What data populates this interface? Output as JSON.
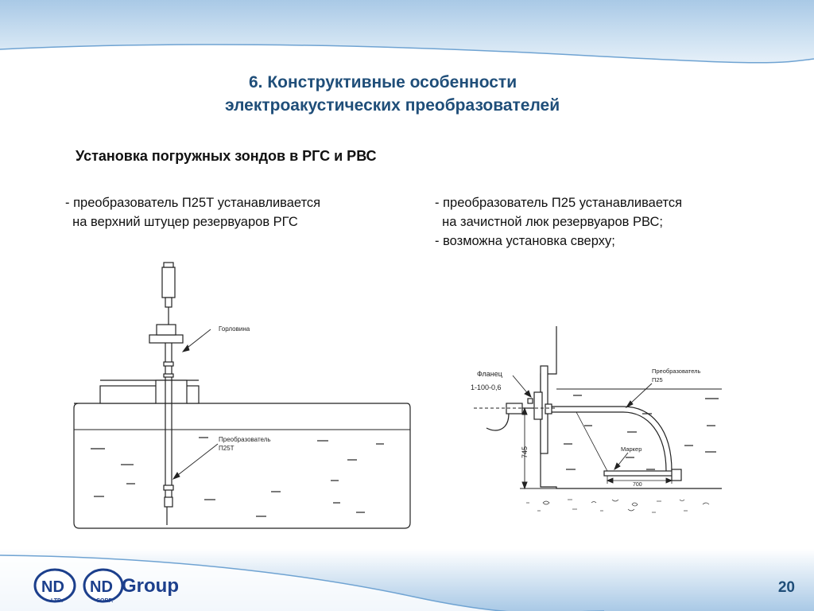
{
  "slide": {
    "title_line1": "6.  Конструктивные особенности",
    "title_line2": "электроакустических преобразователей",
    "subtitle": "Установка погружных зондов в РГС и РВС",
    "page_number": "20"
  },
  "left_column": {
    "bullets": [
      "- преобразователь П25Т устанавливается",
      "  на верхний штуцер резервуаров РГС"
    ]
  },
  "right_column": {
    "bullets": [
      "- преобразователь П25 устанавливается",
      "  на зачистной люк резервуаров РВС;",
      "- возможна установка сверху;"
    ]
  },
  "left_diagram": {
    "label_neck": "Горловина",
    "label_transducer_line1": "Преобразователь",
    "label_transducer_line2": "П25Т"
  },
  "right_diagram": {
    "label_flange_line1": "Фланец",
    "label_flange_line2": "1-100-0,6",
    "label_transducer_line1": "Преобразователь",
    "label_transducer_line2": "П25",
    "label_marker": "Маркер",
    "dim_height": "745",
    "dim_length": "700"
  },
  "logos": {
    "nd_ltd_main": "ND",
    "nd_ltd_sub": "LTD.",
    "nd_corp_main": "ND",
    "nd_corp_sub": "CORP.",
    "group_word": "Group"
  },
  "colors": {
    "title": "#1f4e79",
    "logo_blue": "#1c3f8c",
    "band_blue": "#a9c9e6"
  }
}
